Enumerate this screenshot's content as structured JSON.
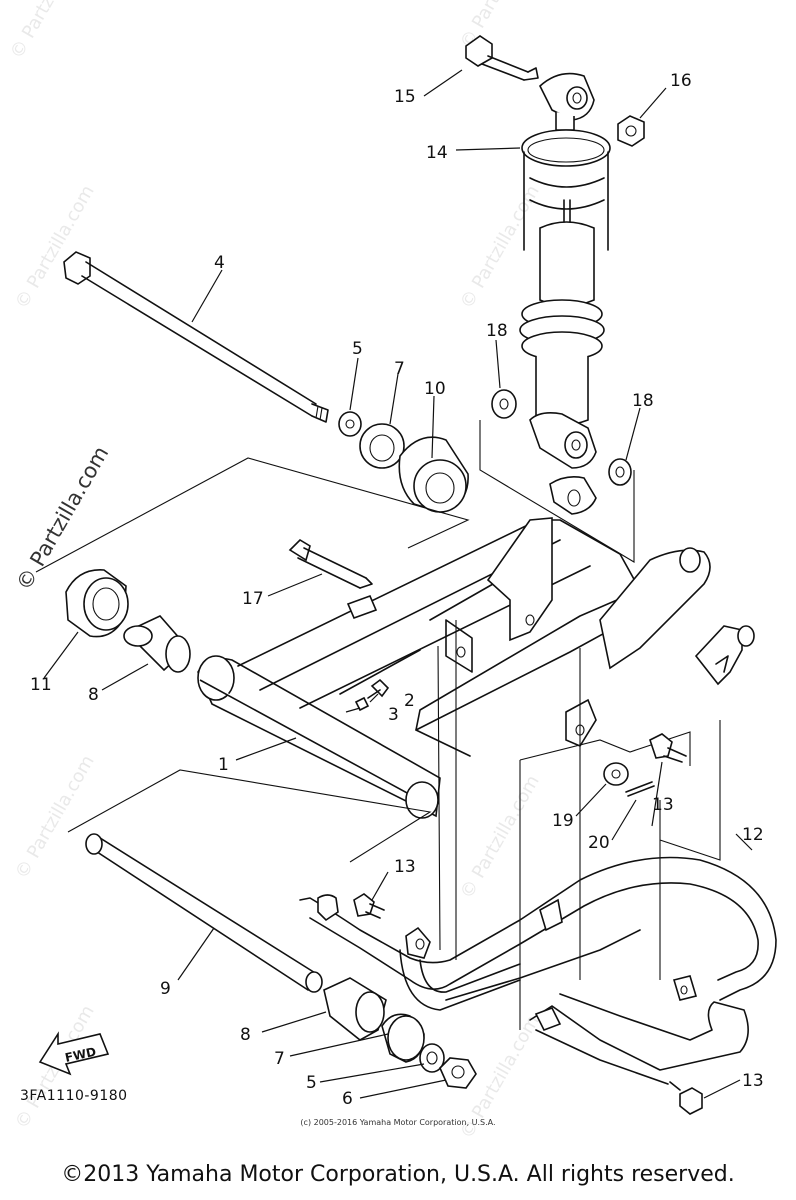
{
  "diagram": {
    "callouts": [
      "1",
      "2",
      "3",
      "4",
      "5",
      "7",
      "10",
      "11",
      "8",
      "9",
      "12",
      "13",
      "14",
      "15",
      "16",
      "17",
      "18",
      "18",
      "19",
      "20",
      "13",
      "13",
      "8",
      "7",
      "5",
      "6"
    ],
    "drawing_code": "3FA1110-9180",
    "fwd_label": "FWD"
  },
  "watermark": {
    "main": "© Partzilla.com",
    "repeat": "© Partzilla.com"
  },
  "footer": {
    "small_copyright": "(c) 2005-2016 Yamaha Motor Corporation, U.S.A.",
    "main_copyright": "©2013 Yamaha Motor Corporation, U.S.A. All rights reserved."
  }
}
